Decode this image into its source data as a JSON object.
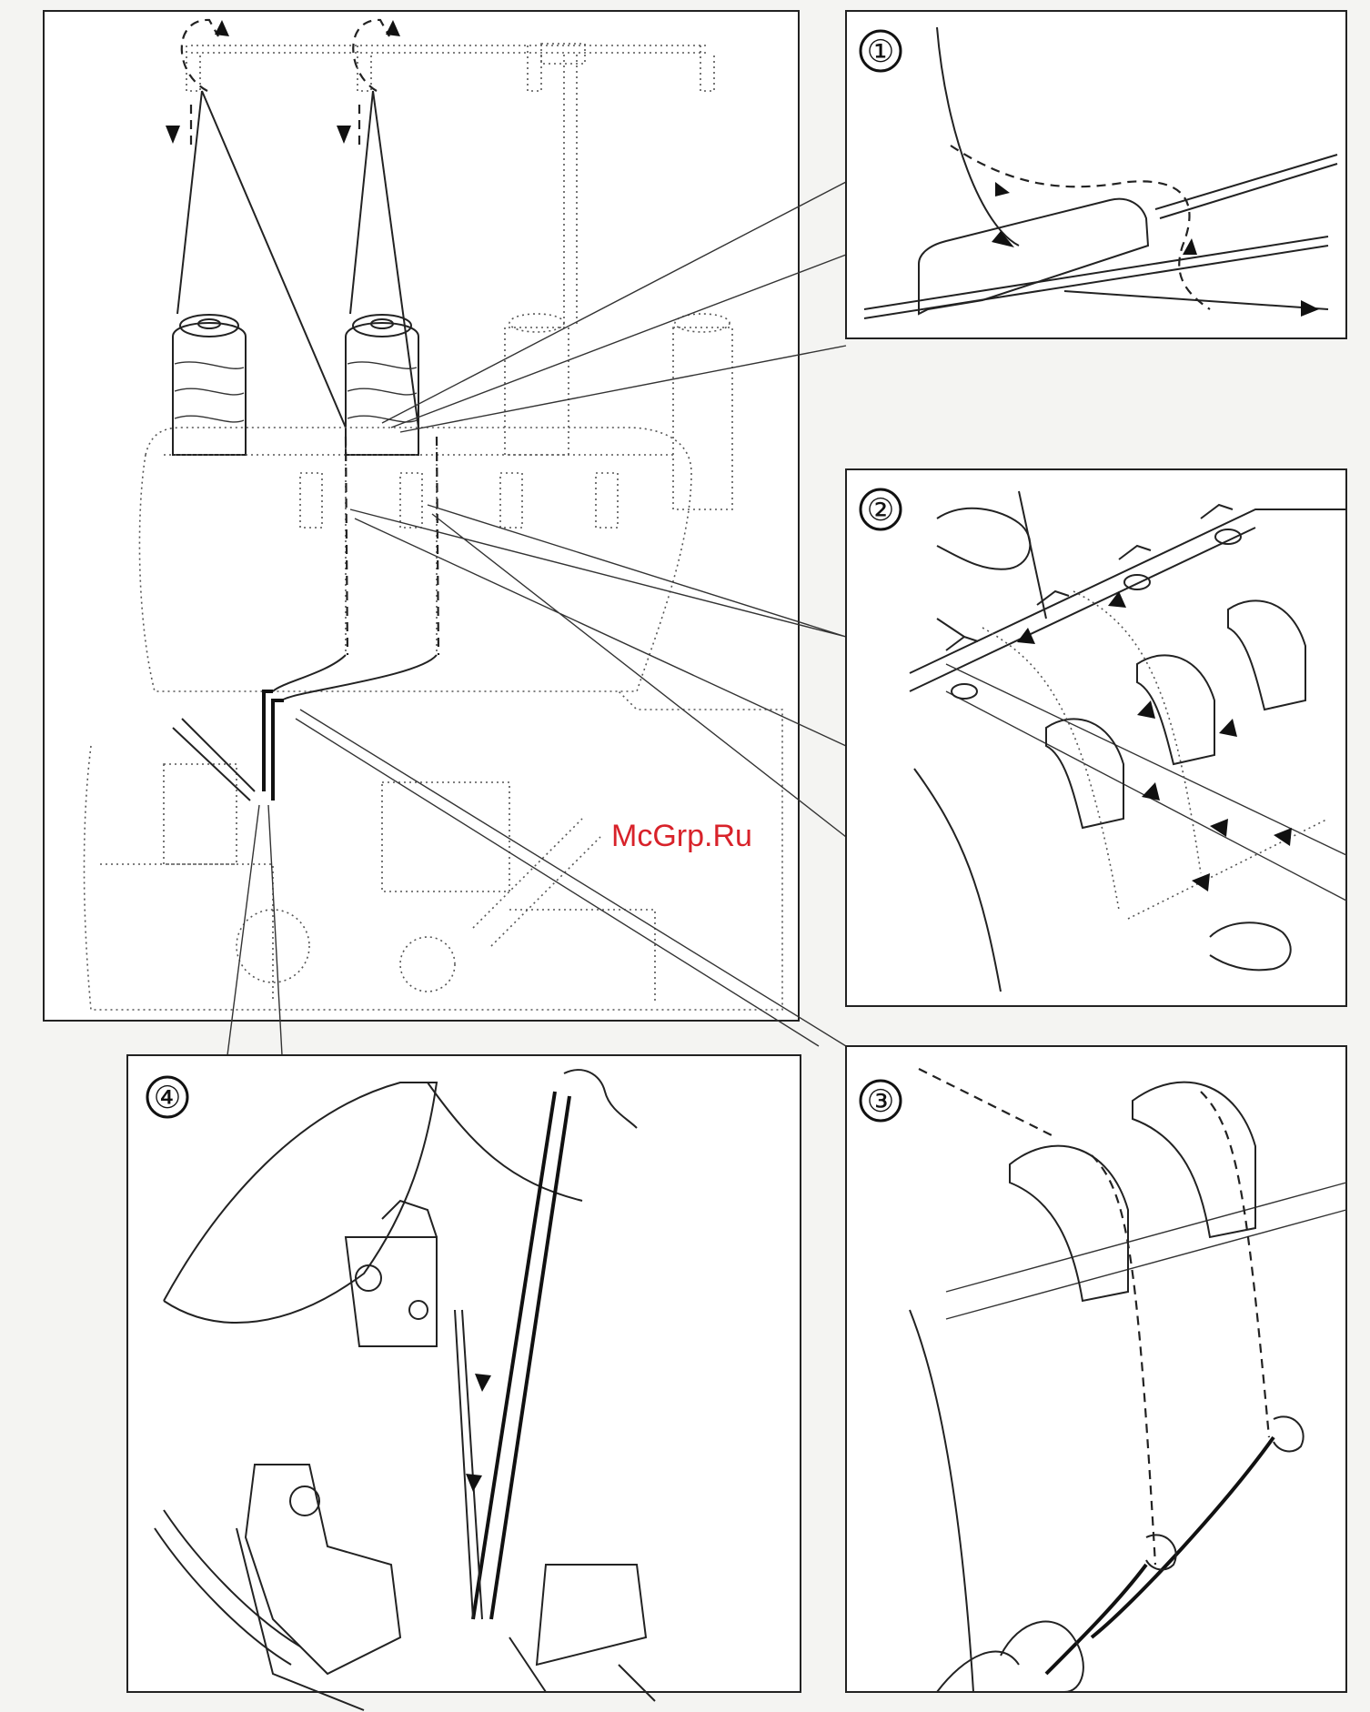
{
  "panels": [
    {
      "id": "1",
      "label": "①"
    },
    {
      "id": "2",
      "label": "②"
    },
    {
      "id": "3",
      "label": "③"
    },
    {
      "id": "4",
      "label": "④"
    }
  ],
  "watermark": "McGrp.Ru",
  "colors": {
    "line": "#222222",
    "watermark": "#d8222a",
    "paper": "#f4f4f2"
  }
}
